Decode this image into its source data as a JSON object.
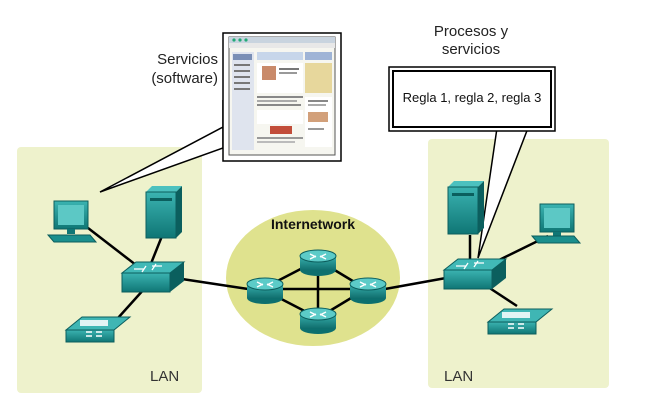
{
  "left_callout": {
    "label_line1": "Servicios",
    "label_line2": "(software)"
  },
  "right_callout": {
    "label_line1": "Procesos y",
    "label_line2": "servicios",
    "box_text": "Regla 1, regla 2, regla 3"
  },
  "internetwork": {
    "label": "Internetwork"
  },
  "lan_left": {
    "label": "LAN"
  },
  "lan_right": {
    "label": "LAN"
  },
  "colors": {
    "lan_bg": "#eef2cc",
    "internetwork_bg": "#dfe28e",
    "device_teal": "#1e9a98",
    "device_dark": "#0d6f6e",
    "link": "#000000"
  }
}
